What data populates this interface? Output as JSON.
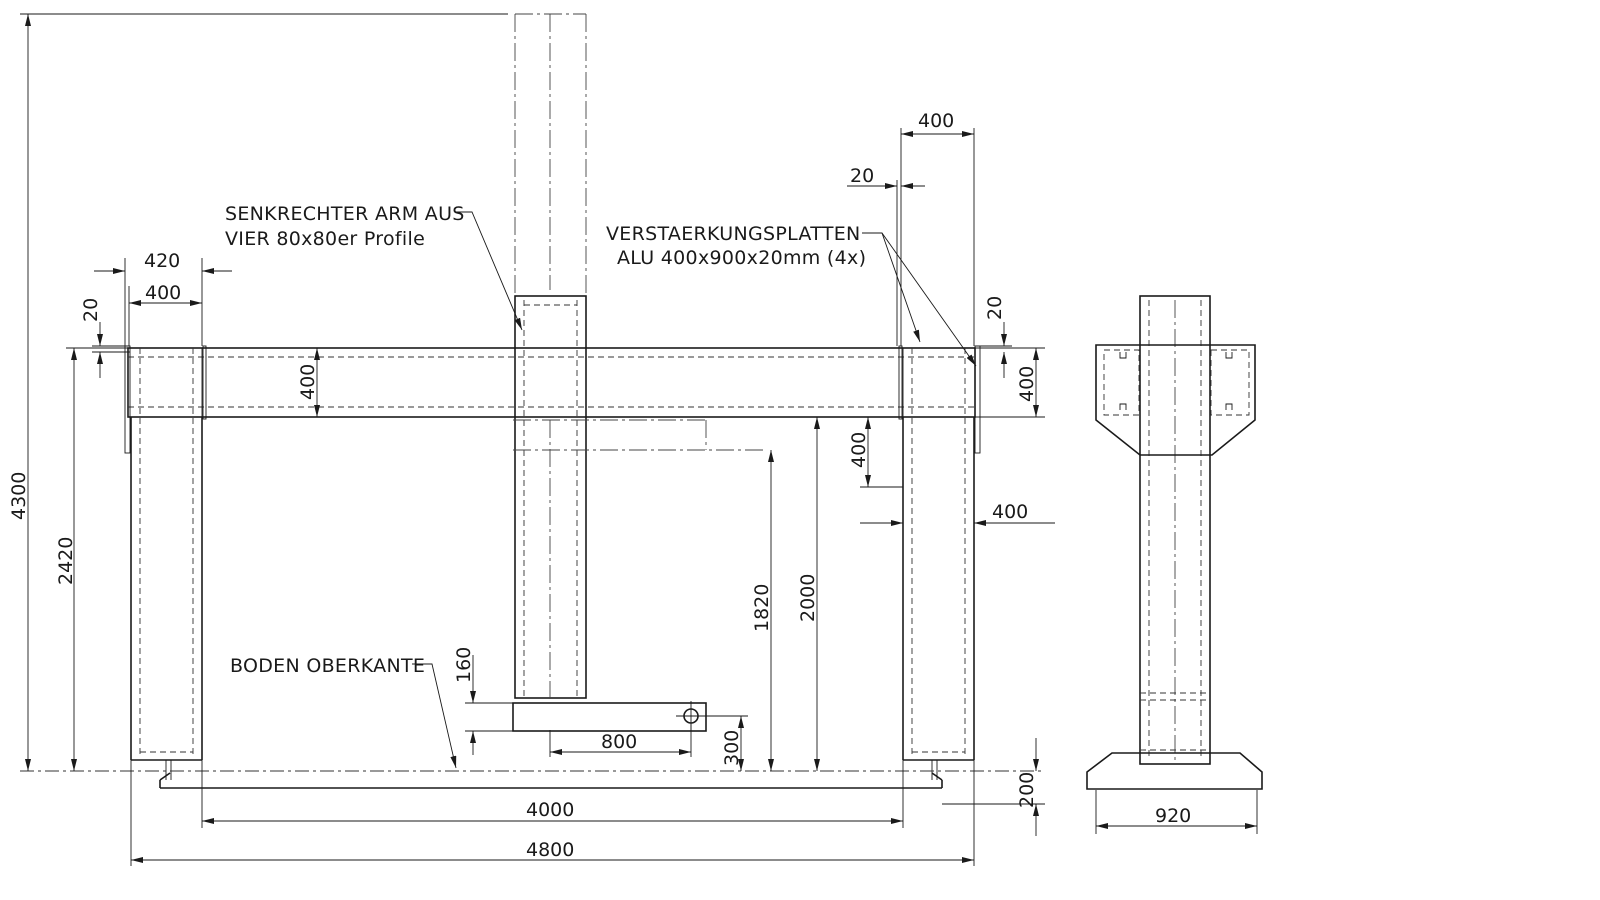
{
  "labels": {
    "arm_line1": "SENKRECHTER ARM AUS",
    "arm_line2": "VIER 80x80er Profile",
    "plates_line1": "VERSTAERKUNGSPLATTEN",
    "plates_line2": "ALU 400x900x20mm (4x)",
    "floor": "BODEN OBERKANTE"
  },
  "dimensions": {
    "total_height": "4300",
    "left_height": "2420",
    "left_plate_width": "420",
    "left_post_width": "400",
    "left_plate_thickness": "20",
    "beam_height": "400",
    "beam_height_right": "400",
    "right_plate_thickness": "20",
    "right_post_width": "400",
    "right_plate_offset": "20",
    "right_lower_400": "400",
    "right_side_400": "400",
    "clear_height": "2000",
    "arm_height": "1820",
    "foot_160": "160",
    "foot_300": "300",
    "foot_800": "800",
    "inner_width": "4000",
    "outer_width": "4800",
    "base_200": "200",
    "side_width": "920"
  }
}
